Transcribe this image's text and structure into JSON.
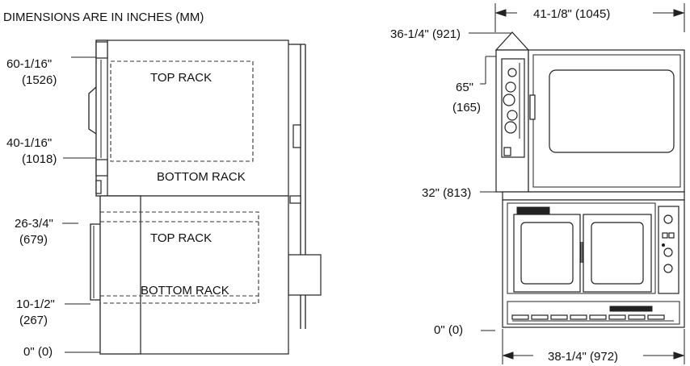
{
  "header": {
    "units_note": "DIMENSIONS ARE IN INCHES (MM)"
  },
  "left_view": {
    "upper": {
      "top_rack_height": "60-1/16\"",
      "top_rack_height_mm": "(1526)",
      "bottom_rack_height": "40-1/16\"",
      "bottom_rack_height_mm": "(1018)",
      "top_rack_label": "TOP RACK",
      "bottom_rack_label": "BOTTOM RACK"
    },
    "lower": {
      "top_rack_height": "26-3/4\"",
      "top_rack_height_mm": "(679)",
      "bottom_rack_height": "10-1/2\"",
      "bottom_rack_height_mm": "(267)",
      "floor_height": "0\" (0)",
      "top_rack_label": "TOP RACK",
      "bottom_rack_label": "BOTTOM RACK"
    }
  },
  "right_view": {
    "overall_width": "41-1/8\" (1045)",
    "peak_height": "36-1/4\" (921)",
    "depth_line_1": "65\"",
    "depth_line_2": "(165)",
    "stack_height": "32\" (813)",
    "floor_height": "0\" (0)",
    "base_width": "38-1/4\" (972)"
  }
}
